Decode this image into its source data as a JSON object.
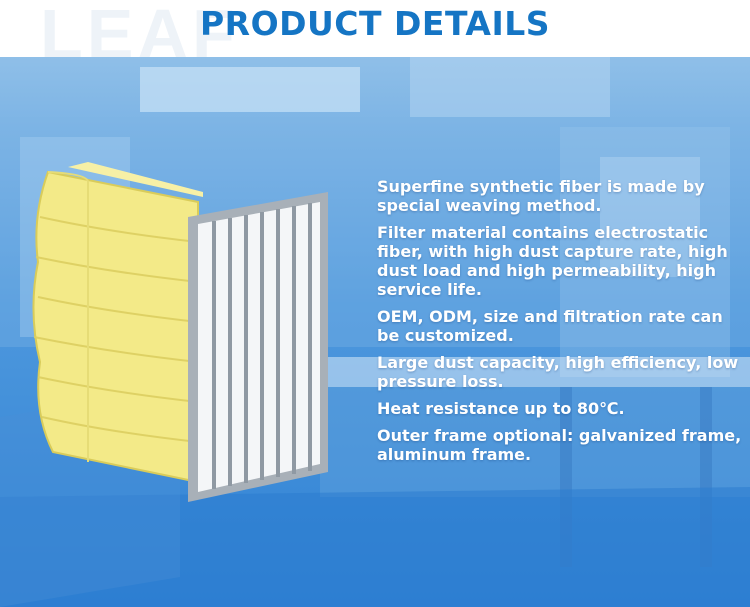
{
  "header": {
    "title": "PRODUCT DETAILS",
    "watermark": "LEAF"
  },
  "features": [
    "Superfine synthetic fiber is made by special weaving method.",
    "Filter material contains electrostatic fiber, with high dust capture rate, high dust load and high permeability, high service life.",
    "OEM, ODM, size and filtration rate can be customized.",
    "Large dust capacity, high efficiency, low pressure loss.",
    "Heat resistance up to 80℃.",
    "Outer frame optional: galvanized frame, aluminum frame."
  ],
  "colors": {
    "title": "#1575c4",
    "background_top": "#8fbfe8",
    "background_bottom": "#2f82d4",
    "filter_media": "#f4ec8c",
    "frame": "#9aa3ad",
    "feature_text": "#ffffff"
  },
  "product": {
    "image": "yellow-bag-filter-with-metal-frame"
  }
}
